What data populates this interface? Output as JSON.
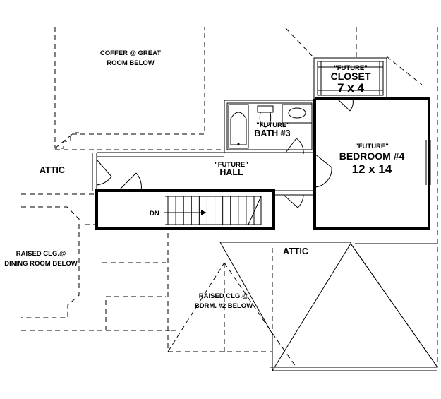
{
  "rooms": {
    "coffer": {
      "line1": "COFFER @ GREAT",
      "line2": "ROOM BELOW"
    },
    "closet": {
      "future": "\"FUTURE\"",
      "name": "CLOSET",
      "size": "7 x 4"
    },
    "bath": {
      "future": "\"FUTURE\"",
      "name": "BATH #3"
    },
    "bedroom": {
      "future": "\"FUTURE\"",
      "name": "BEDROOM #4",
      "size": "12 x 14"
    },
    "hall": {
      "future": "\"FUTURE\"",
      "name": "HALL"
    },
    "attic_left": "ATTIC",
    "attic_right": "ATTIC",
    "dining": {
      "line1": "RAISED CLG.@",
      "line2": "DINING ROOM BELOW"
    },
    "bdrm2": {
      "line1": "RAISED CLG.@",
      "line2": "BDRM. #2 BELOW"
    }
  },
  "stair": {
    "label": "DN",
    "treads": 12
  }
}
